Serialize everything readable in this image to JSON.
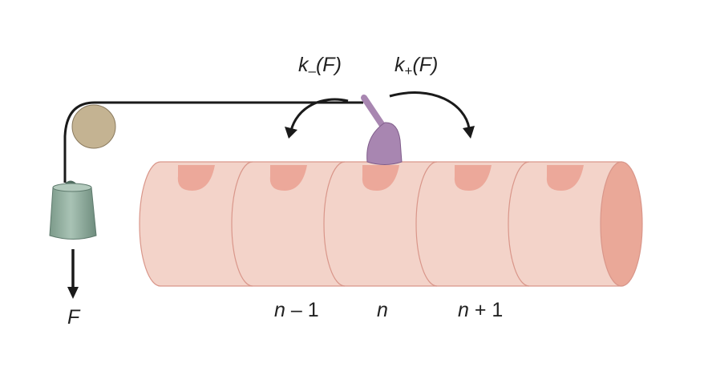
{
  "rates": {
    "backward": {
      "k": "k",
      "sub": "–",
      "arg": "(F)"
    },
    "forward": {
      "k": "k",
      "sub": "+",
      "arg": "(F)"
    }
  },
  "force_label": "F",
  "site_labels": {
    "prev": {
      "n": "n",
      "rest": " – 1"
    },
    "current": {
      "n": "n"
    },
    "next": {
      "n": "n",
      "rest": " + 1"
    }
  },
  "colors": {
    "filament": "#f3d3c9",
    "filament_edge": "#d9968a",
    "binding_site": "#eca89a",
    "end_cap": "#eaa898",
    "motor": "#a886b1",
    "pulley": "#c4b392",
    "weight": "#8fad9d",
    "line": "#1a1a1a"
  }
}
